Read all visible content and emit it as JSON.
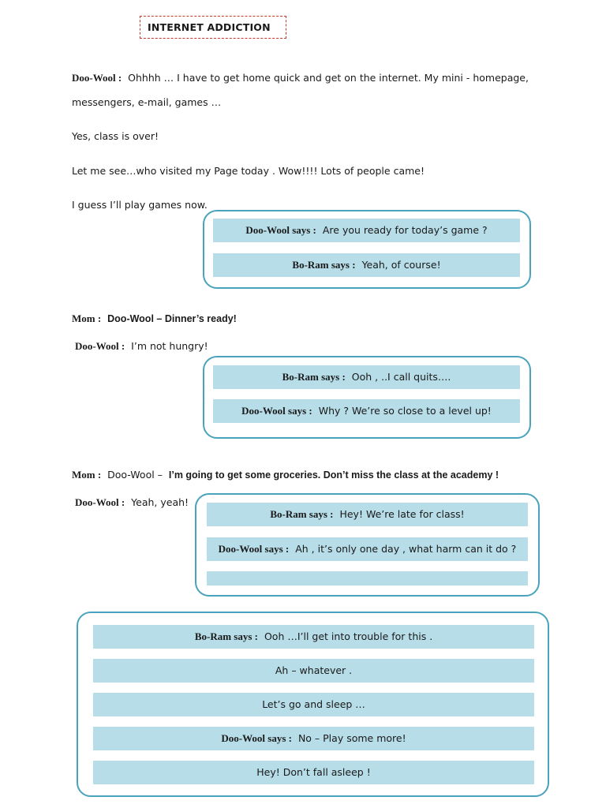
{
  "title": "INTERNET ADDICTION",
  "intro": {
    "speaker": "Doo-Wool :",
    "line1": "Ohhhh … I have to get home quick and get on the internet.  My mini - homepage,",
    "line2": "messengers, e-mail, games …",
    "line3": "Yes, class is over!",
    "line4": "Let me see…who visited my Page today . Wow!!!! Lots of people came!",
    "line5": "I guess I’ll play games now."
  },
  "chat1": [
    {
      "speaker": "Doo-Wool says :",
      "text": "Are you ready for today’s game ?"
    },
    {
      "speaker": "Bo-Ram says :",
      "text": "Yeah, of course!"
    }
  ],
  "scene2": {
    "mom_speaker": "Mom :",
    "mom_text": "Doo-Wool – Dinner’s ready!",
    "dw_speaker": "Doo-Wool :",
    "dw_text": "I’m not hungry!"
  },
  "chat2": [
    {
      "speaker": "Bo-Ram says :",
      "text": "Ooh , ..I call quits…."
    },
    {
      "speaker": "Doo-Wool says :",
      "text": "Why ? We’re so close to a level up!"
    }
  ],
  "scene3": {
    "mom_speaker": "Mom :",
    "mom_name": "Doo-Wool –",
    "mom_text": "I’m going to get some groceries. Don’t miss the class at the academy !",
    "dw_speaker": "Doo-Wool :",
    "dw_text": "Yeah, yeah!"
  },
  "chat3": [
    {
      "speaker": "Bo-Ram says :",
      "text": "Hey! We’re late for class!"
    },
    {
      "speaker": "Doo-Wool says :",
      "text": "Ah , it’s only one day , what harm can it do ?"
    },
    {
      "speaker": "",
      "text": ""
    }
  ],
  "chat4": [
    {
      "speaker": "Bo-Ram says :",
      "text": "Ooh …I’ll get into trouble for this ."
    },
    {
      "speaker": "",
      "text": "Ah – whatever ."
    },
    {
      "speaker": "",
      "text": "Let’s go and sleep …"
    },
    {
      "speaker": "Doo-Wool says :",
      "text": "No – Play some more!"
    },
    {
      "speaker": "",
      "text": "Hey! Don’t fall asleep !"
    }
  ],
  "colors": {
    "box_border": "#4aa3bd",
    "bubble": "#b7dde8",
    "title_border": "#c0392b"
  }
}
